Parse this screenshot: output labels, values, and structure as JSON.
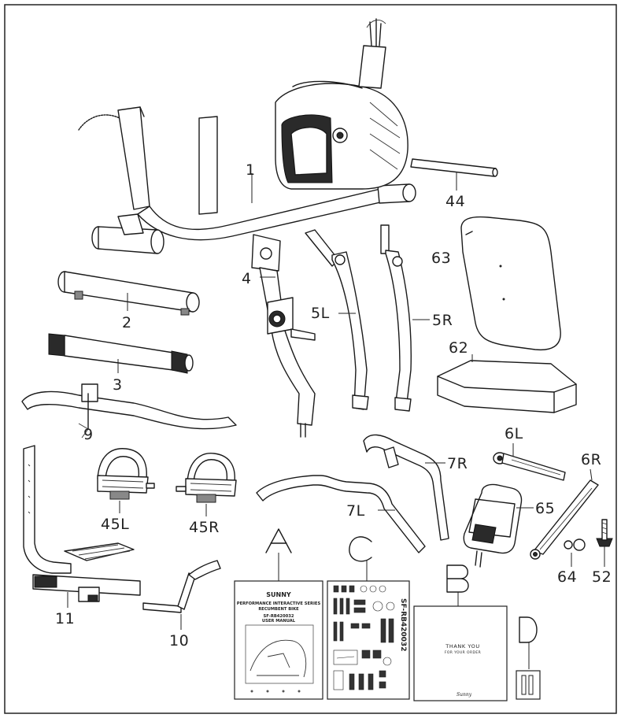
{
  "diagram": {
    "part_labels": {
      "p1": "1",
      "p2": "2",
      "p3": "3",
      "p4": "4",
      "p5l": "5L",
      "p5r": "5R",
      "p6l": "6L",
      "p6r": "6R",
      "p7l": "7L",
      "p7r": "7R",
      "p9": "9",
      "p10": "10",
      "p11": "11",
      "p44": "44",
      "p45l": "45L",
      "p45r": "45R",
      "p52": "52",
      "p62": "62",
      "p63": "63",
      "p64": "64",
      "p65": "65"
    },
    "kit_letters": {
      "a": "A",
      "b": "B",
      "c": "C",
      "d": "D"
    },
    "manual": {
      "brand": "SUNNY",
      "series": "PERFORMANCE INTERACTIVE SERIES",
      "product": "RECUMBENT BIKE",
      "model": "SF-RB420032",
      "doc_type": "USER MANUAL"
    },
    "hardware_card": {
      "side_text": "SF-RB420032"
    },
    "card": {
      "title": "THANK YOU",
      "subtitle": "FOR YOUR ORDER",
      "signature": "Sunny"
    }
  }
}
